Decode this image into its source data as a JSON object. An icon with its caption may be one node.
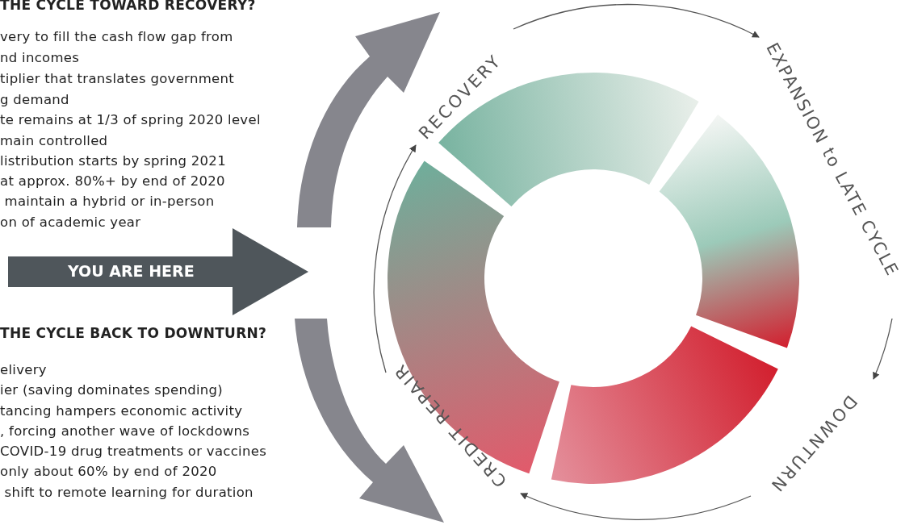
{
  "diagram": {
    "nodes": [
      {
        "text": [
          "YOU ARE HERE"
        ]
      },
      {
        "text": [
          "RECOVERY"
        ]
      },
      {
        "text": [
          "EXPANSION to LATE CYCLE"
        ]
      },
      {
        "text": [
          "DOWNTURN"
        ]
      },
      {
        "text": [
          "CREDIT REPAIR"
        ]
      }
    ],
    "edges": [
      {
        "from": 1,
        "to": 2,
        "arrow": "to"
      },
      {
        "from": 2,
        "to": 3,
        "arrow": "to"
      },
      {
        "from": 3,
        "to": 4,
        "arrow": "to"
      },
      {
        "from": 4,
        "to": 1,
        "arrow": "to"
      }
    ],
    "labels": [
      "THE CYCLE TOWARD RECOVERY?",
      "very to fill the cash flow gap from",
      "nd incomes",
      "tiplier that translates government",
      "g demand",
      "te remains at 1/3 of spring 2020 level",
      "main controlled",
      "listribution starts by spring 2021",
      "at approx. 80%+ by end of 2020",
      " maintain a hybrid or in-person",
      "on of academic year",
      "THE CYCLE BACK TO DOWNTURN?",
      "elivery",
      "ier (saving dominates spending)",
      "tancing hampers economic activity",
      ", forcing another wave of lockdowns",
      "COVID-19 drug treatments or vaccines",
      "only about 60% by end of 2020",
      " shift to remote learning for duration"
    ]
  }
}
